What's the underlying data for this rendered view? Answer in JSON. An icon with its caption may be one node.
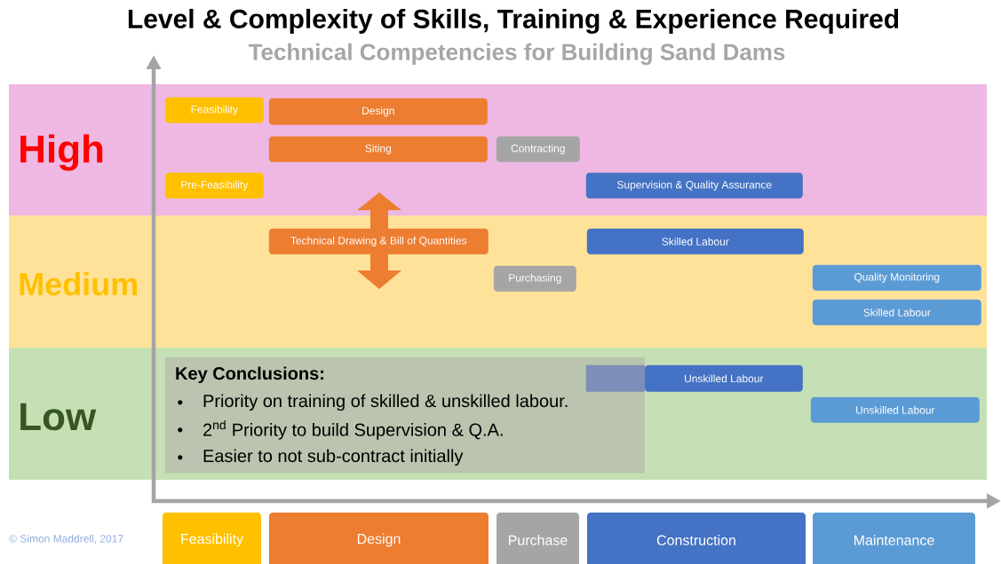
{
  "diagram": {
    "title": "Level & Complexity of Skills, Training & Experience Required",
    "nodes": [
      {
        "text": [
          "High"
        ]
      },
      {
        "text": [
          "Medium"
        ]
      },
      {
        "text": [
          "Low"
        ]
      },
      {
        "text": [
          "Feasibility"
        ],
        "in": 0
      },
      {
        "text": [
          "Design"
        ],
        "in": 0
      },
      {
        "text": [
          "Siting"
        ],
        "in": 0
      },
      {
        "text": [
          "Contracting"
        ],
        "in": 0
      },
      {
        "text": [
          "Pre-Feasibility"
        ],
        "in": 0
      },
      {
        "text": [
          "Supervision & Quality Assurance"
        ],
        "in": 0
      },
      {
        "text": [
          "Technical Drawing & Bill of Quantities"
        ],
        "in": 1
      },
      {
        "text": [
          "Skilled Labour"
        ],
        "in": 1
      },
      {
        "text": [
          "Purchasing"
        ],
        "in": 1
      },
      {
        "text": [
          "Quality Monitoring"
        ],
        "in": 1
      },
      {
        "text": [
          "Skilled Labour"
        ],
        "in": 1
      },
      {
        "text": [
          "Key Conclusions:",
          "Priority on training of skilled & unskilled labour.",
          "2$^{nd}$ Priority to build Supervision & Q.A.",
          "Easier to not sub-contract initially"
        ],
        "in": 2
      },
      {
        "text": [
          "Unskilled Labour"
        ],
        "in": 2
      },
      {
        "text": [
          "Unskilled Labour"
        ],
        "in": 2
      },
      {
        "text": [
          "Feasibility"
        ]
      },
      {
        "text": [
          "Design"
        ]
      },
      {
        "text": [
          "Purchase"
        ]
      },
      {
        "text": [
          "Construction"
        ]
      },
      {
        "text": [
          "Maintenance"
        ]
      }
    ],
    "labels": [
      "Technical Competencies for Building Sand Dams",
      "© Simon Maddrell, 2017"
    ]
  }
}
